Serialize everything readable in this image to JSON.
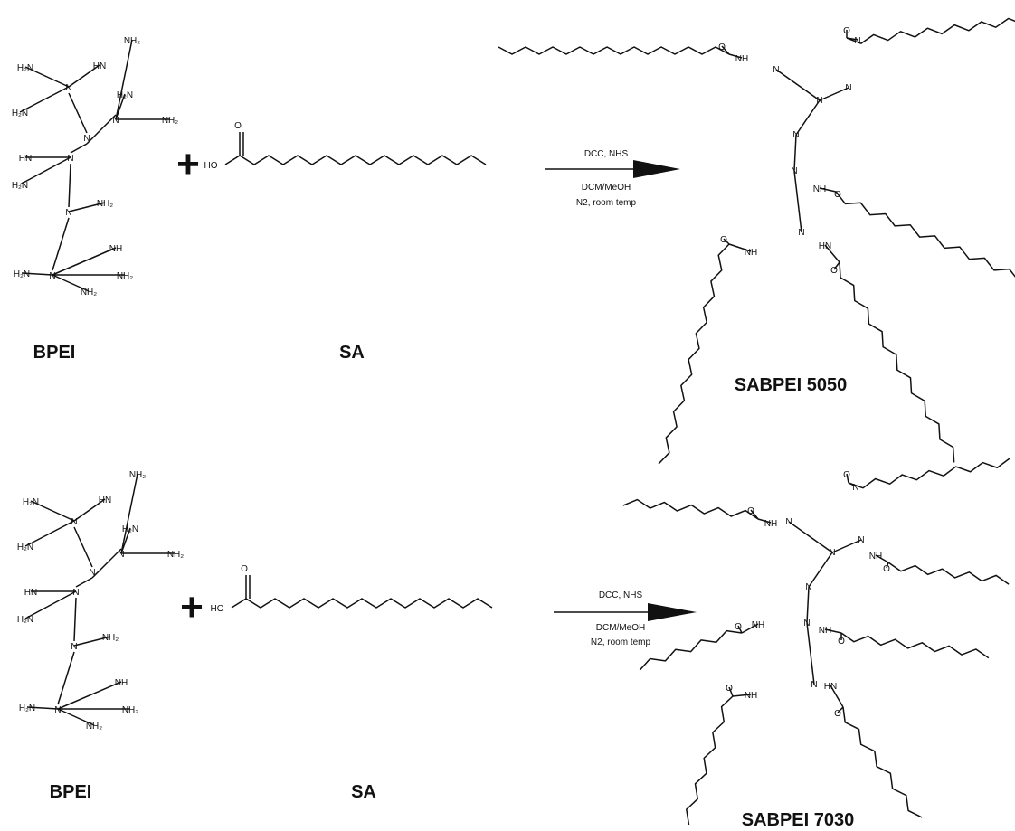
{
  "reactions": [
    {
      "reactant1": "BPEI",
      "reactant2": "SA",
      "product": "SABPEI 5050",
      "condition_top": "DCC, NHS",
      "condition_bottom_1": "DCM/MeOH",
      "condition_bottom_2": "N2, room temp"
    },
    {
      "reactant1": "BPEI",
      "reactant2": "SA",
      "product": "SABPEI 7030",
      "condition_top": "DCC, NHS",
      "condition_bottom_1": "DCM/MeOH",
      "condition_bottom_2": "N2, room temp"
    }
  ],
  "plus_sign": "+",
  "atoms": {
    "acid_o": "O",
    "acid_ho": "HO"
  }
}
